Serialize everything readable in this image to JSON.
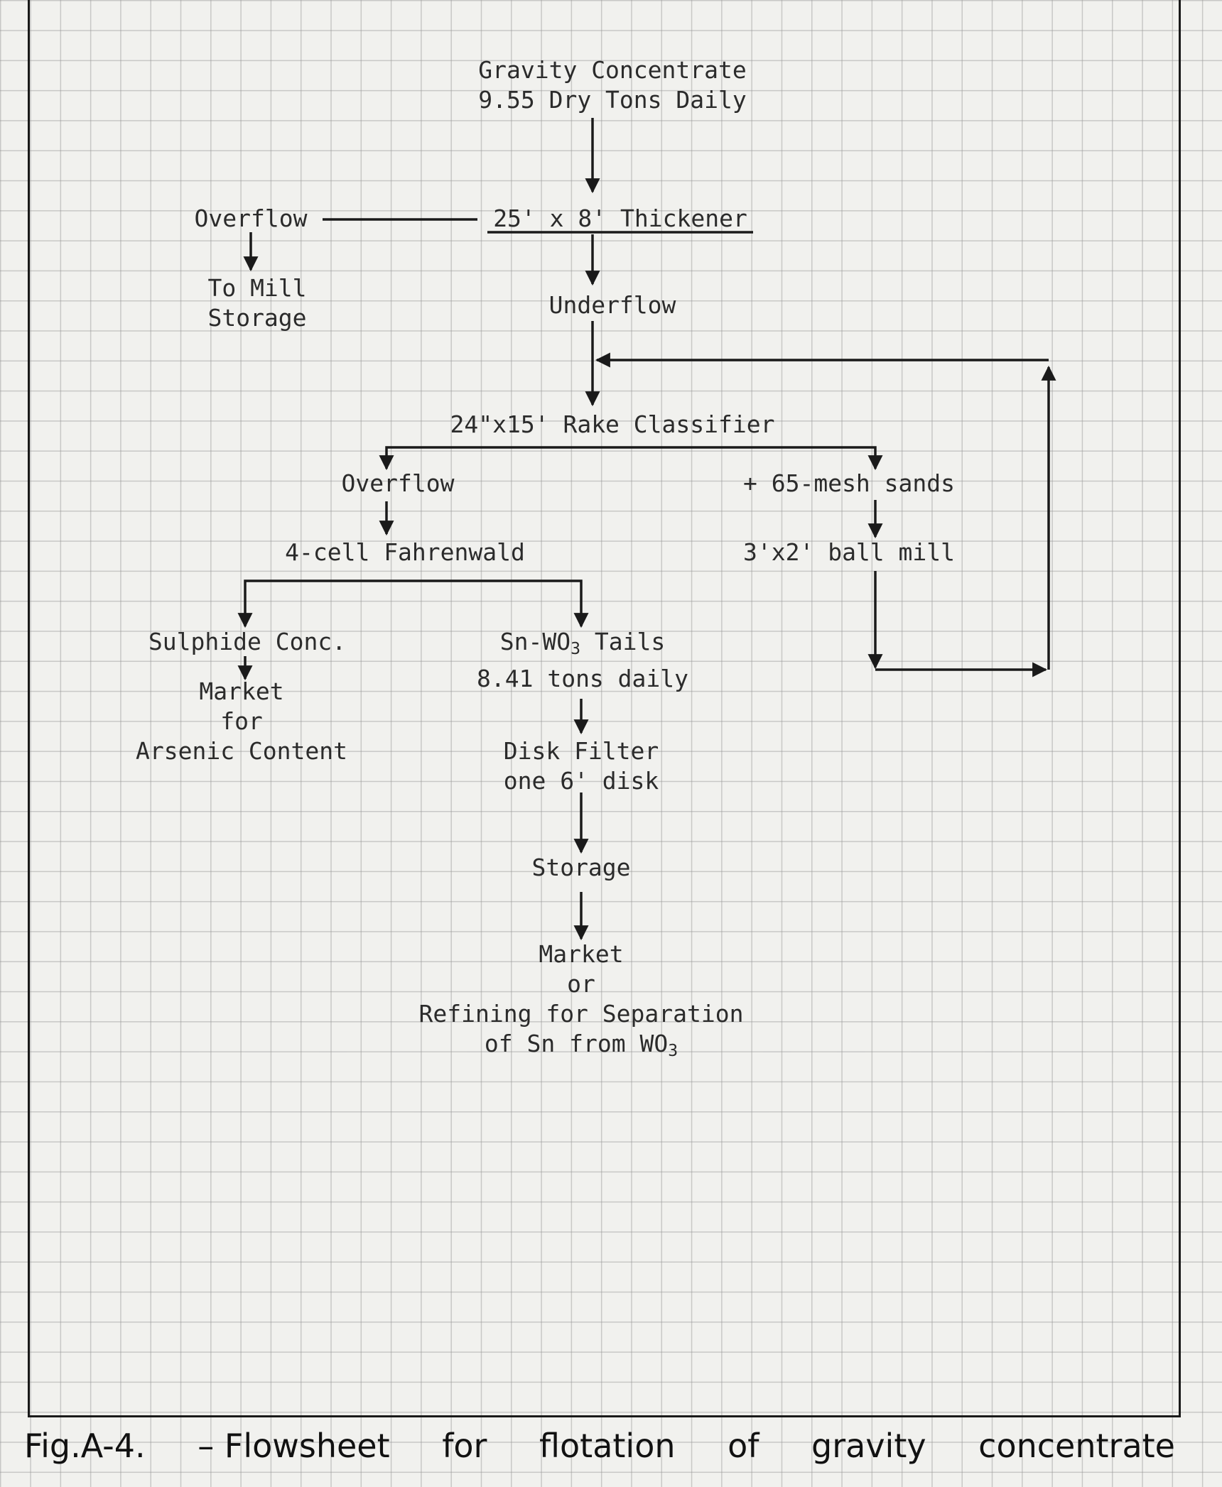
{
  "nodes": {
    "feed": {
      "line1": "Gravity Concentrate",
      "line2": "9.55 Dry Tons Daily"
    },
    "thickener": "25' x 8' Thickener",
    "thickener_overflow": "Overflow",
    "mill_storage": {
      "line1": "To Mill",
      "line2": "Storage"
    },
    "underflow": "Underflow",
    "classifier": "24\"x15' Rake Classifier",
    "classifier_overflow": "Overflow",
    "sands": "+ 65-mesh sands",
    "flotation": "4-cell Fahrenwald",
    "ball_mill": "3'x2' ball mill",
    "sulphide_conc": "Sulphide Conc.",
    "arsenic_market": {
      "line1": "Market",
      "line2": "for",
      "line3": "Arsenic Content"
    },
    "tails": {
      "prefix": "Sn-WO",
      "subscript": "3",
      "suffix": " Tails",
      "line2": "8.41 tons daily"
    },
    "disk_filter": {
      "line1": "Disk Filter",
      "line2": "one 6' disk"
    },
    "storage": "Storage",
    "final_market": {
      "line1": "Market",
      "line2": "or",
      "line3": "Refining for Separation",
      "line4_prefix": "of Sn from WO",
      "line4_subscript": "3"
    }
  },
  "caption": {
    "words": [
      "Fig.A-4.",
      "– Flowsheet",
      "for",
      "flotation",
      "of",
      "gravity",
      "concentrate"
    ]
  }
}
